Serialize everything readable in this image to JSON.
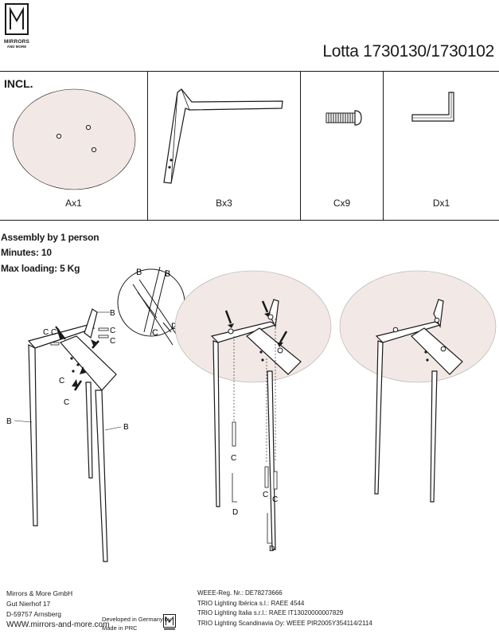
{
  "brand": {
    "logo_text": "MIRRORS",
    "logo_sub": "AND MORE",
    "logo_icon": "m-monogram-icon"
  },
  "product_title": "Lotta  1730130/1730102",
  "parts": {
    "incl_label": "INCL.",
    "items": [
      {
        "label": "Ax1",
        "icon": "tabletop-icon"
      },
      {
        "label": "Bx3",
        "icon": "table-leg-icon"
      },
      {
        "label": "Cx9",
        "icon": "screw-icon"
      },
      {
        "label": "Dx1",
        "icon": "allen-key-icon"
      }
    ]
  },
  "assembly_info": {
    "persons": "Assembly by 1 person",
    "minutes": "Minutes: 10",
    "max_loading": "Max loading: 5 Kg"
  },
  "diagram_labels": {
    "B": "B",
    "C": "C",
    "D": "D",
    "CC": "C C"
  },
  "footer": {
    "company": [
      "Mirrors & More GmbH",
      "Gut Nierhof 17",
      "D-59757  Arnsberg",
      "WWW.mirrors-and-more.com"
    ],
    "developed": [
      "Developed in Germany by",
      "Made in PRC"
    ],
    "weee": [
      "WEEE-Reg. Nr.: DE78273666",
      "TRIO Lighting Ibérica s.l.: RAEE 4544",
      "TRIO Lighting Italia s.r.l.: RAEE IT13020000007829",
      "TRIO Lighting Scandinavia Oy: WEEE PIR2005Y354114/2114"
    ]
  }
}
